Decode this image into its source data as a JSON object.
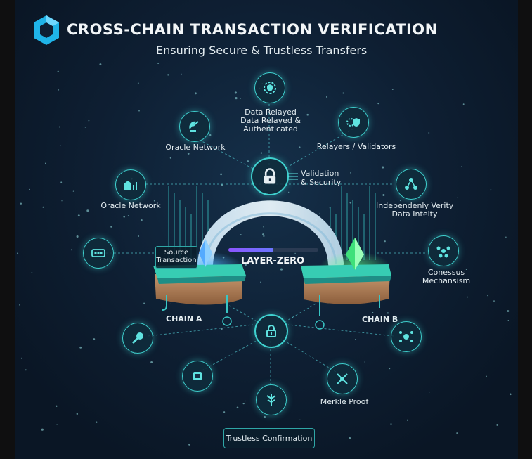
{
  "header": {
    "title": "CROSS-CHAIN TRANSACTION VERIFICATION",
    "subtitle": "Ensuring Secure & Trustless Transfers"
  },
  "labels": {
    "data_relayed": "Data Relayed",
    "data_relayed_auth": "Data Relayed &",
    "authenticated": "Authenticated",
    "relayers": "Relayers / Validators",
    "oracle_top": "Oracle Network",
    "validation": "Validation",
    "security": "& Security",
    "oracle_mid": "Oracle Network",
    "independently": "Independenly Verity",
    "data_integrity": "Data Inteity",
    "source": "Source",
    "transaction": "Transaction",
    "layer_zero": "LAYER-ZERO",
    "consensus_1": "Conessus",
    "consensus_2": "Mechansism",
    "chain_a": "CHAIN A",
    "chain_b": "CHAIN B",
    "merkle": "Merkle Proof",
    "trustless": "Trustless Confirmation"
  },
  "progress": {
    "layer_zero_bar": 0.5
  },
  "colors": {
    "accent": "#3fd1cf",
    "bar": "#8c55ff",
    "ground": "#c8956a",
    "platform": "#3fd1b5"
  },
  "icons": [
    "hexagon-logo",
    "gear-shield-icon",
    "satellite-dish-icon",
    "gear-shield-icon",
    "padlock-icon",
    "person-chart-icon",
    "network-nodes-icon",
    "circuit-icon",
    "consensus-icon",
    "wrench-icon",
    "padlock-icon",
    "hub-icon",
    "chip-icon",
    "merkle-tree-icon",
    "merkle-cross-icon",
    "blue-crystal-icon",
    "green-crystal-icon"
  ]
}
